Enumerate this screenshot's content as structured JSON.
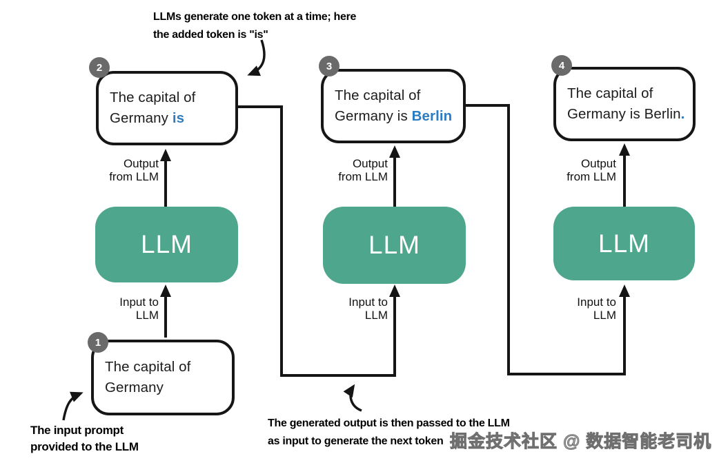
{
  "annotations": {
    "top": {
      "line1": "LLMs generate one token at a time; here",
      "line2": "the added token is \"is\""
    },
    "bottom_left": {
      "line1": "The input prompt",
      "line2": "provided to the LLM"
    },
    "bottom_middle": {
      "line1": "The generated output is then passed to the LLM",
      "line2": "as input to generate the next token"
    }
  },
  "watermark": "掘金技术社区 @ 数据智能老司机",
  "labels": {
    "output_line1": "Output",
    "output_line2": "from LLM",
    "input_line1": "Input to",
    "input_line2": "LLM"
  },
  "llm_label": "LLM",
  "steps": [
    {
      "badge": "1",
      "line1": "The capital of",
      "line2_prefix": "Germany",
      "highlight": ""
    },
    {
      "badge": "2",
      "line1": "The capital of",
      "line2_prefix": "Germany ",
      "highlight": "is"
    },
    {
      "badge": "3",
      "line1": "The capital of",
      "line2_prefix": "Germany is ",
      "highlight": "Berlin"
    },
    {
      "badge": "4",
      "line1": "The capital of",
      "line2_prefix": "Germany is Berlin",
      "highlight": "."
    }
  ],
  "colors": {
    "llm_green": "#4ea78c",
    "highlight_blue": "#2d7bc1",
    "badge_gray": "#6a6a6a",
    "line_black": "#151515"
  }
}
